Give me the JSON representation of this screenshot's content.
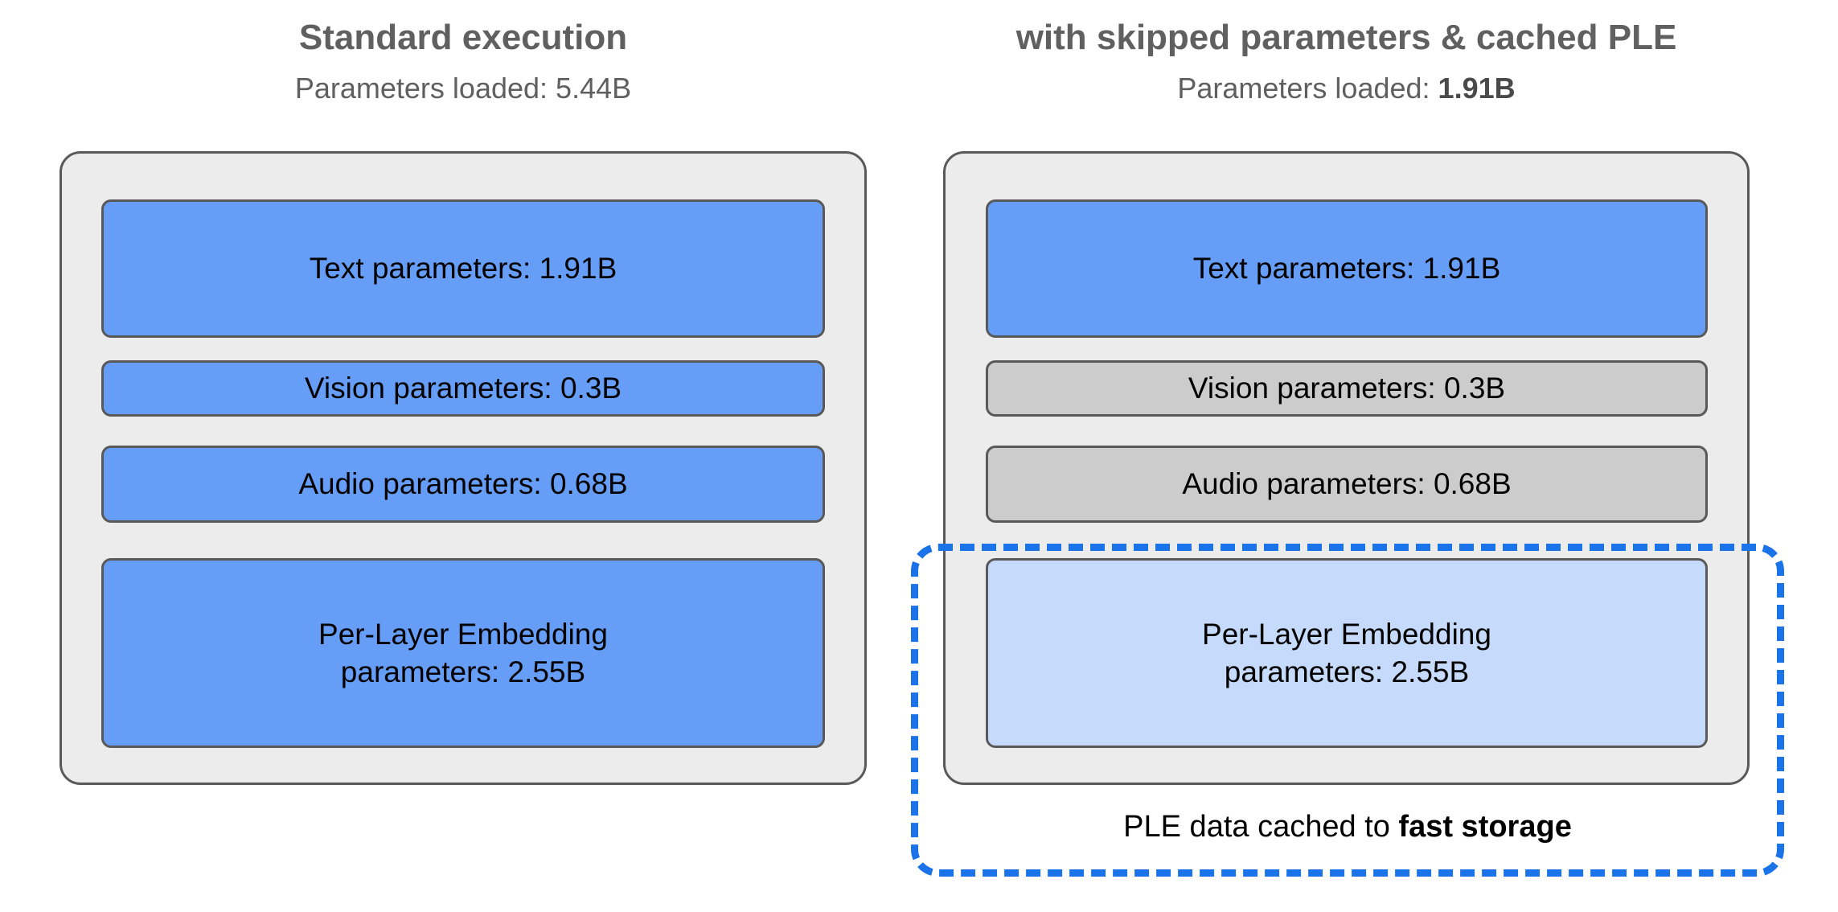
{
  "figure": {
    "background_color": "#ffffff",
    "accent_blue": "#669df6",
    "accent_light_blue": "#c6dafc",
    "accent_gray": "#cccccc",
    "panel_fill": "#ececec",
    "dashed_color": "#1a73e8",
    "border_color": "#595959"
  },
  "columns": [
    {
      "title": "Standard execution",
      "subtitle_prefix": "Parameters loaded: ",
      "subtitle_value": "5.44B",
      "subtitle_value_bold": false,
      "blocks": [
        {
          "label": "Text parameters: 1.91B",
          "state": "loaded"
        },
        {
          "label": "Vision parameters: 0.3B",
          "state": "loaded"
        },
        {
          "label": "Audio parameters: 0.68B",
          "state": "loaded"
        },
        {
          "label_line1": "Per-Layer Embedding",
          "label_line2": "parameters: 2.55B",
          "state": "loaded"
        }
      ]
    },
    {
      "title": "with skipped parameters & cached PLE",
      "subtitle_prefix": "Parameters loaded: ",
      "subtitle_value": "1.91B",
      "subtitle_value_bold": true,
      "blocks": [
        {
          "label": "Text parameters: 1.91B",
          "state": "loaded"
        },
        {
          "label": "Vision parameters: 0.3B",
          "state": "skipped"
        },
        {
          "label": "Audio parameters: 0.68B",
          "state": "skipped"
        },
        {
          "label_line1": "Per-Layer Embedding",
          "label_line2": "parameters: 2.55B",
          "state": "cached"
        }
      ],
      "cache_caption_prefix": "PLE data cached to ",
      "cache_caption_strong": "fast storage"
    }
  ]
}
